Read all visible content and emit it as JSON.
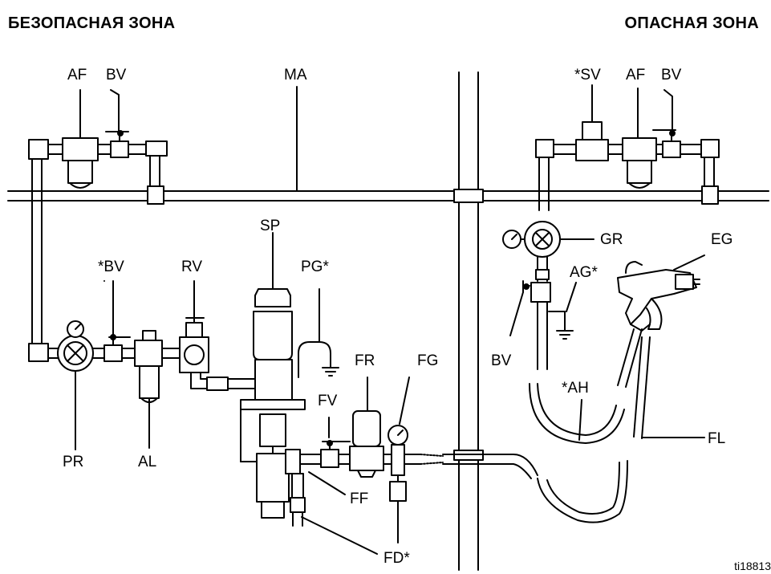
{
  "zones": {
    "safe": "БЕЗОПАСНАЯ ЗОНА",
    "hazardous": "ОПАСНАЯ ЗОНА"
  },
  "labels": {
    "af_left": "AF",
    "bv_left": "BV",
    "ma": "MA",
    "sv": "*SV",
    "af_right": "AF",
    "bv_right": "BV",
    "sp": "SP",
    "bv_star": "*BV",
    "rv": "RV",
    "pg": "PG*",
    "gr": "GR",
    "eg": "EG",
    "ag": "AG*",
    "fr": "FR",
    "fg": "FG",
    "fv": "FV",
    "bv_hazard": "BV",
    "ah": "*AH",
    "fl": "FL",
    "pr": "PR",
    "al": "AL",
    "ff": "FF",
    "fd": "FD*"
  },
  "reference": "ti18813"
}
